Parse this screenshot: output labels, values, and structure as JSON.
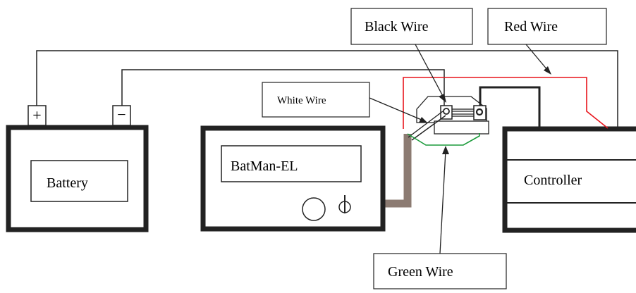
{
  "labels": {
    "black_wire": "Black Wire",
    "red_wire": "Red Wire",
    "white_wire": "White Wire",
    "green_wire": "Green Wire",
    "battery": "Battery",
    "batman": "BatMan-EL",
    "controller": "Controller",
    "plus": "+",
    "minus": "−"
  },
  "colors": {
    "red_wire": "#e8141c",
    "green_wire": "#1a9a3a",
    "brown_cable": "#8c7b72",
    "outline": "#1a1a1a"
  }
}
